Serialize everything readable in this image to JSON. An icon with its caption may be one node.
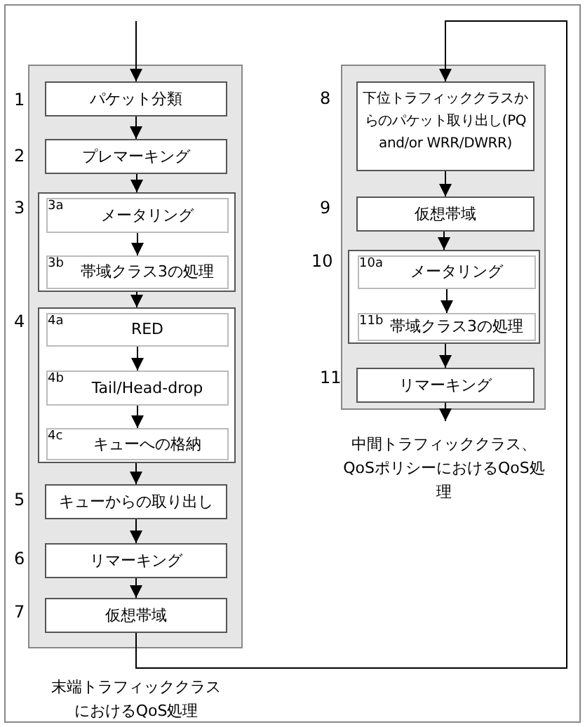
{
  "diagram": {
    "nodes": [
      {
        "text": [
          "末端トラフィッククラスにおけるQoS処理"
        ]
      },
      {
        "text": [
          "パケット分類"
        ],
        "in": 0,
        "beside": [
          "1"
        ]
      },
      {
        "text": [
          "プレマーキング"
        ],
        "in": 0,
        "beside": [
          "2"
        ]
      },
      {
        "text": [],
        "shape": "box",
        "in": 0,
        "beside": [
          "3"
        ]
      },
      {
        "text": [
          "3a",
          "メータリング"
        ],
        "in": 3
      },
      {
        "text": [
          "3b",
          "帯域クラス3の処理"
        ],
        "in": 3
      },
      {
        "text": [],
        "shape": "box",
        "in": 0,
        "beside": [
          "4"
        ]
      },
      {
        "text": [
          "4a",
          "RED"
        ],
        "in": 6
      },
      {
        "text": [
          "4b",
          "Tail/Head-drop"
        ],
        "in": 6
      },
      {
        "text": [
          "4c",
          "キューへの格納"
        ],
        "in": 6
      },
      {
        "text": [
          "キューからの取り出し"
        ],
        "in": 0,
        "beside": [
          "5"
        ]
      },
      {
        "text": [
          "リマーキング"
        ],
        "in": 0,
        "beside": [
          "6"
        ]
      },
      {
        "text": [
          "仮想帯域"
        ],
        "in": 0,
        "beside": [
          "7"
        ]
      },
      {
        "text": [
          "中間トラフィッククラス、QoSポリシーにおけるQoS処理"
        ]
      },
      {
        "text": [
          "下位トラフィッククラスからのパケット取り出し(PQ and/or WRR/DWRR)"
        ],
        "in": 13,
        "beside": [
          "8"
        ]
      },
      {
        "text": [
          "仮想帯域"
        ],
        "in": 13,
        "beside": [
          "9"
        ]
      },
      {
        "text": [],
        "shape": "box",
        "in": 13,
        "beside": [
          "10"
        ]
      },
      {
        "text": [
          "10a",
          "メータリング"
        ],
        "in": 16
      },
      {
        "text": [
          "11b",
          "帯域クラス3の処理"
        ],
        "in": 16
      },
      {
        "text": [
          "リマーキング"
        ],
        "in": 13,
        "beside": [
          "11"
        ]
      }
    ],
    "edges": [
      {
        "from": null,
        "to": 1,
        "arrow": "to"
      },
      {
        "from": 1,
        "to": 2,
        "arrow": "to"
      },
      {
        "from": 2,
        "to": 3,
        "arrow": "to"
      },
      {
        "from": 4,
        "to": 5,
        "arrow": "to"
      },
      {
        "from": 3,
        "to": 6,
        "arrow": "to"
      },
      {
        "from": 7,
        "to": 8,
        "arrow": "to"
      },
      {
        "from": 8,
        "to": 9,
        "arrow": "to"
      },
      {
        "from": 6,
        "to": 10,
        "arrow": "to"
      },
      {
        "from": 10,
        "to": 11,
        "arrow": "to"
      },
      {
        "from": 11,
        "to": 12,
        "arrow": "to"
      },
      {
        "from": 12,
        "to": 14,
        "arrow": "to"
      },
      {
        "from": 14,
        "to": 15,
        "arrow": "to"
      },
      {
        "from": 15,
        "to": 16,
        "arrow": "to"
      },
      {
        "from": 17,
        "to": 18,
        "arrow": "to"
      },
      {
        "from": 16,
        "to": 19,
        "arrow": "to"
      },
      {
        "from": 19,
        "to": null,
        "arrow": "to"
      }
    ]
  }
}
